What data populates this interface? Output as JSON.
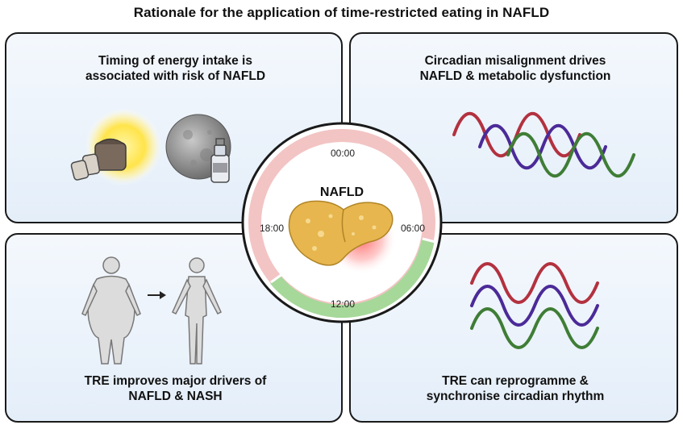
{
  "title": "Rationale for the application of time-restricted eating in NAFLD",
  "panels": {
    "top_left": {
      "line1": "Timing of energy intake is",
      "line2": "associated with risk of NAFLD"
    },
    "top_right": {
      "line1": "Circadian misalignment drives",
      "line2": "NAFLD & metabolic dysfunction"
    },
    "bottom_left": {
      "line1": "TRE improves major drivers of",
      "line2": "NAFLD & NASH"
    },
    "bottom_right": {
      "line1": "TRE can reprogramme &",
      "line2": "synchronise circadian rhythm"
    }
  },
  "clock": {
    "center_label": "NAFLD",
    "labels": {
      "top": "00:00",
      "right": "06:00",
      "bottom": "12:00",
      "left": "18:00"
    },
    "colors": {
      "fasting": "#f3c4c4",
      "eating": "#a6d89a",
      "liver": "#e7b64e",
      "glow": "#ff3b3b"
    }
  },
  "wave_colors": {
    "red": "#b3313f",
    "purple": "#4b2a98",
    "green": "#3f7d36"
  }
}
